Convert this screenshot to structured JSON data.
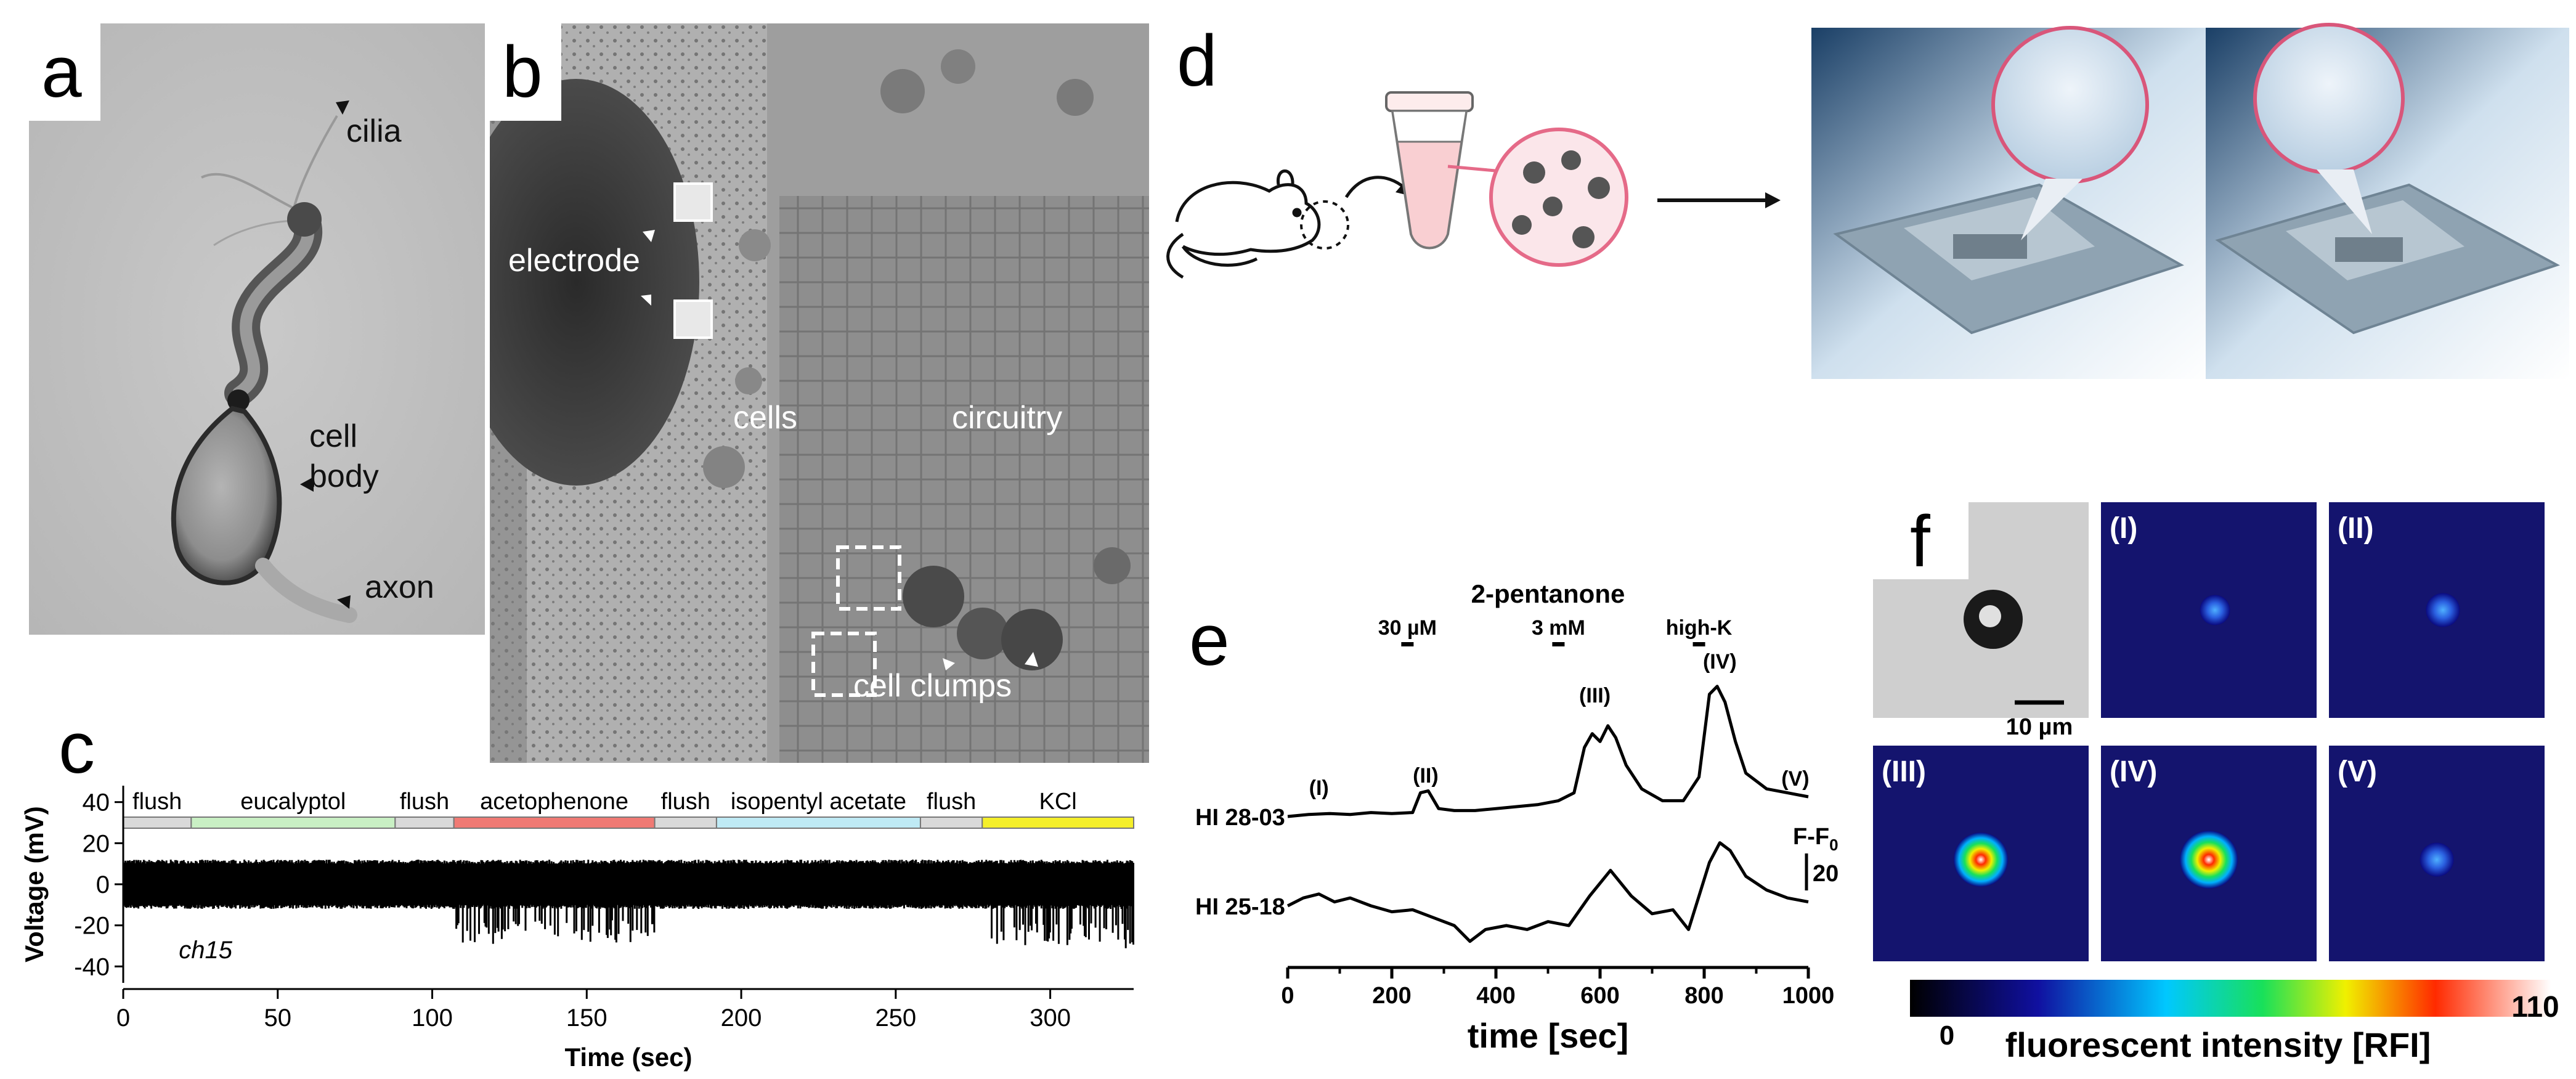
{
  "figure": {
    "panels": {
      "a": {
        "label": "a",
        "annotations": {
          "cilia": "cilia",
          "cell": "cell",
          "body": "body",
          "axon": "axon"
        }
      },
      "b": {
        "label": "b",
        "annotations": {
          "electrode": "electrode",
          "cells": "cells",
          "circuitry": "circuitry",
          "cell_clumps": "cell clumps"
        }
      },
      "c": {
        "label": "c",
        "channel": "ch15"
      },
      "d": {
        "label": "d"
      },
      "e": {
        "label": "e",
        "stimulus_title": "2-pentanone",
        "stimuli": [
          "30 µM",
          "3 mM",
          "high-K"
        ],
        "phases": [
          "(I)",
          "(II)",
          "(III)",
          "(IV)",
          "(V)"
        ],
        "scale_label": "F-F",
        "scale_sub": "0",
        "scale_value": "20"
      },
      "f": {
        "label": "f",
        "scalebar": "10 µm",
        "tiles": [
          "(I)",
          "(II)",
          "(III)",
          "(IV)",
          "(V)"
        ],
        "tile_intensity": [
          0.35,
          0.45,
          1.0,
          1.1,
          0.45
        ],
        "colorbar": {
          "min": "0",
          "max": "110",
          "label": "fluorescent intensity [RFI]"
        }
      }
    }
  },
  "chart_data": [
    {
      "type": "line",
      "panel": "c",
      "xlabel": "Time (sec)",
      "ylabel": "Voltage (mV)",
      "xlim": [
        0,
        327
      ],
      "ylim": [
        -45,
        45
      ],
      "xticks": [
        0,
        50,
        100,
        150,
        200,
        250,
        300
      ],
      "yticks": [
        -40,
        -20,
        0,
        20,
        40
      ],
      "segments": [
        {
          "name": "flush",
          "start": 0,
          "end": 22,
          "color": "#d9d9d9"
        },
        {
          "name": "eucalyptol",
          "start": 22,
          "end": 88,
          "color": "#c9f0c4"
        },
        {
          "name": "flush",
          "start": 88,
          "end": 107,
          "color": "#d9d9d9"
        },
        {
          "name": "acetophenone",
          "start": 107,
          "end": 172,
          "color": "#f07a74"
        },
        {
          "name": "flush",
          "start": 172,
          "end": 192,
          "color": "#d9d9d9"
        },
        {
          "name": "isopentyl acetate",
          "start": 192,
          "end": 258,
          "color": "#bfeaf5"
        },
        {
          "name": "flush",
          "start": 258,
          "end": 278,
          "color": "#d9d9d9"
        },
        {
          "name": "KCl",
          "start": 278,
          "end": 330,
          "color": "#f5ef2a"
        }
      ],
      "baseline_band": [
        -10,
        10
      ],
      "burst_windows": [
        {
          "start": 107,
          "end": 172,
          "min": -28
        },
        {
          "start": 278,
          "end": 327,
          "min": -30
        }
      ]
    },
    {
      "type": "line",
      "panel": "e",
      "xlabel": "time [sec]",
      "xlim": [
        0,
        1000
      ],
      "xticks": [
        0,
        200,
        400,
        600,
        800,
        1000
      ],
      "stimulus_times": [
        230,
        520,
        790
      ],
      "series": [
        {
          "name": "HI 28-03",
          "x": [
            0,
            40,
            80,
            120,
            160,
            200,
            240,
            255,
            270,
            290,
            320,
            360,
            400,
            440,
            480,
            520,
            550,
            570,
            585,
            600,
            615,
            630,
            650,
            680,
            720,
            760,
            790,
            810,
            825,
            840,
            860,
            880,
            920,
            960,
            1000
          ],
          "y": [
            0,
            1,
            1.5,
            1,
            2,
            1.5,
            2,
            12,
            13,
            4,
            3,
            3,
            4,
            5,
            6,
            8,
            12,
            35,
            42,
            38,
            46,
            40,
            26,
            14,
            8,
            8,
            20,
            62,
            66,
            58,
            38,
            22,
            14,
            12,
            10
          ]
        },
        {
          "name": "HI 25-18",
          "x": [
            0,
            30,
            60,
            90,
            120,
            160,
            200,
            240,
            280,
            320,
            350,
            380,
            420,
            460,
            500,
            540,
            580,
            620,
            660,
            700,
            740,
            770,
            790,
            810,
            830,
            850,
            880,
            920,
            960,
            1000
          ],
          "y": [
            0,
            4,
            6,
            2,
            4,
            0,
            -3,
            -2,
            -6,
            -10,
            -18,
            -12,
            -10,
            -12,
            -8,
            -10,
            5,
            18,
            5,
            -4,
            -2,
            -12,
            5,
            22,
            32,
            28,
            15,
            8,
            4,
            2
          ]
        }
      ]
    }
  ]
}
